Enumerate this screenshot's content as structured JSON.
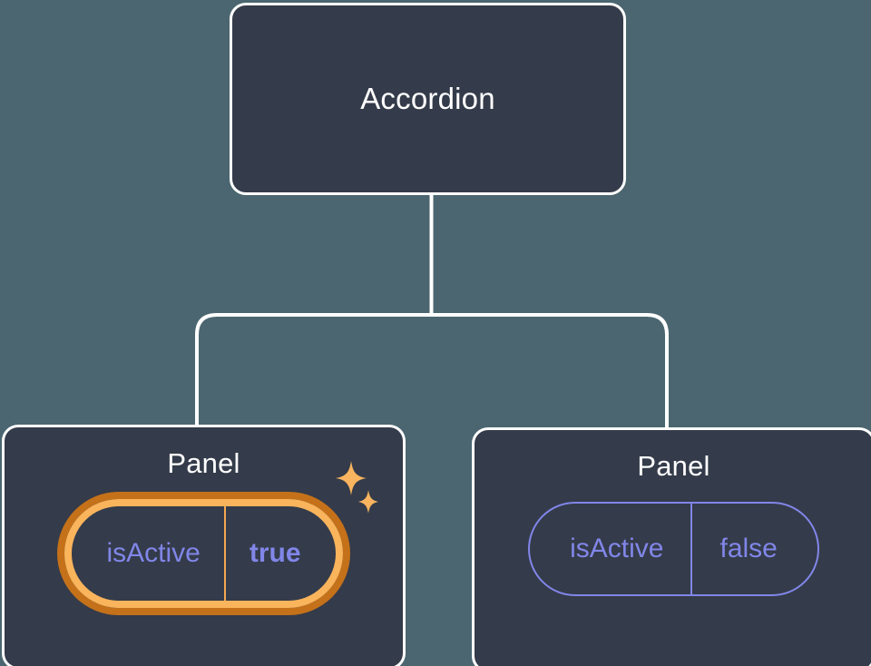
{
  "diagram": {
    "type": "component-tree",
    "background_color": "#4b6670",
    "node_fill_color": "#343b4a",
    "node_border_color": "#ffffff",
    "edge_color": "#ffffff",
    "prop_color": "#8186e8",
    "highlight_color": "#f9b45c",
    "highlight_shadow_color": "#c4711a",
    "sparkle_color": "#f8b45e"
  },
  "root": {
    "title": "Accordion"
  },
  "children": [
    {
      "title": "Panel",
      "highlighted": true,
      "prop": {
        "key": "isActive",
        "value": "true"
      }
    },
    {
      "title": "Panel",
      "highlighted": false,
      "prop": {
        "key": "isActive",
        "value": "false"
      }
    }
  ]
}
